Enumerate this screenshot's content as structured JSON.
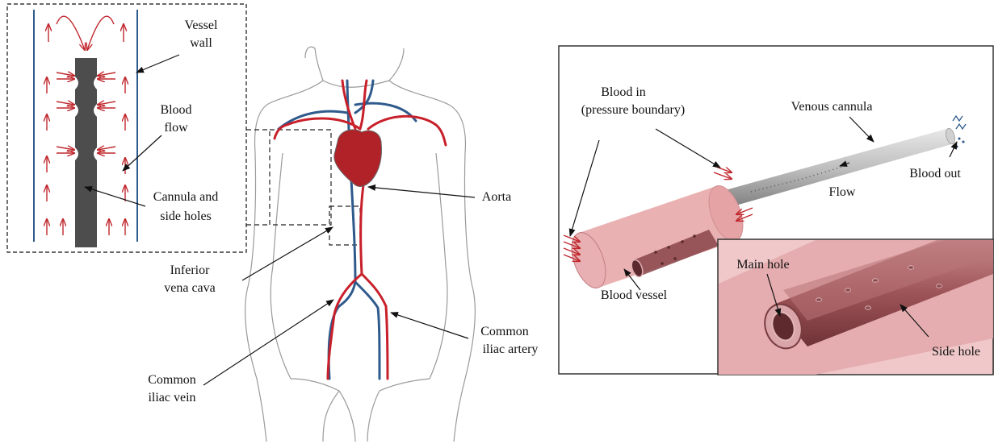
{
  "colors": {
    "artery": "#c8202a",
    "vein": "#2f5a8c",
    "flow_arrow": "#c0282e",
    "cannula_dark": "#4d4d4d",
    "body_outline": "#9a9a9a",
    "vessel_pink": "#e6a3a5",
    "cannula_gray": "#bdbdbd",
    "frame": "#333333"
  },
  "inset_left": {
    "labels": {
      "vessel_wall_1": "Vessel",
      "vessel_wall_2": "wall",
      "blood_flow_1": "Blood",
      "blood_flow_2": "flow",
      "cannula_1": "Cannula and",
      "cannula_2": "side holes"
    }
  },
  "anatomy": {
    "labels": {
      "aorta": "Aorta",
      "ivc_1": "Inferior",
      "ivc_2": "vena cava",
      "civ_1": "Common",
      "civ_2": "iliac vein",
      "cia_1": "Common",
      "cia_2": "iliac artery"
    }
  },
  "model": {
    "labels": {
      "blood_in_1": "Blood in",
      "blood_in_2": "(pressure boundary)",
      "venous_cannula": "Venous cannula",
      "blood_out": "Blood out",
      "flow": "Flow",
      "blood_vessel": "Blood vessel"
    }
  },
  "zoom": {
    "labels": {
      "main_hole": "Main hole",
      "side_hole": "Side hole"
    }
  }
}
